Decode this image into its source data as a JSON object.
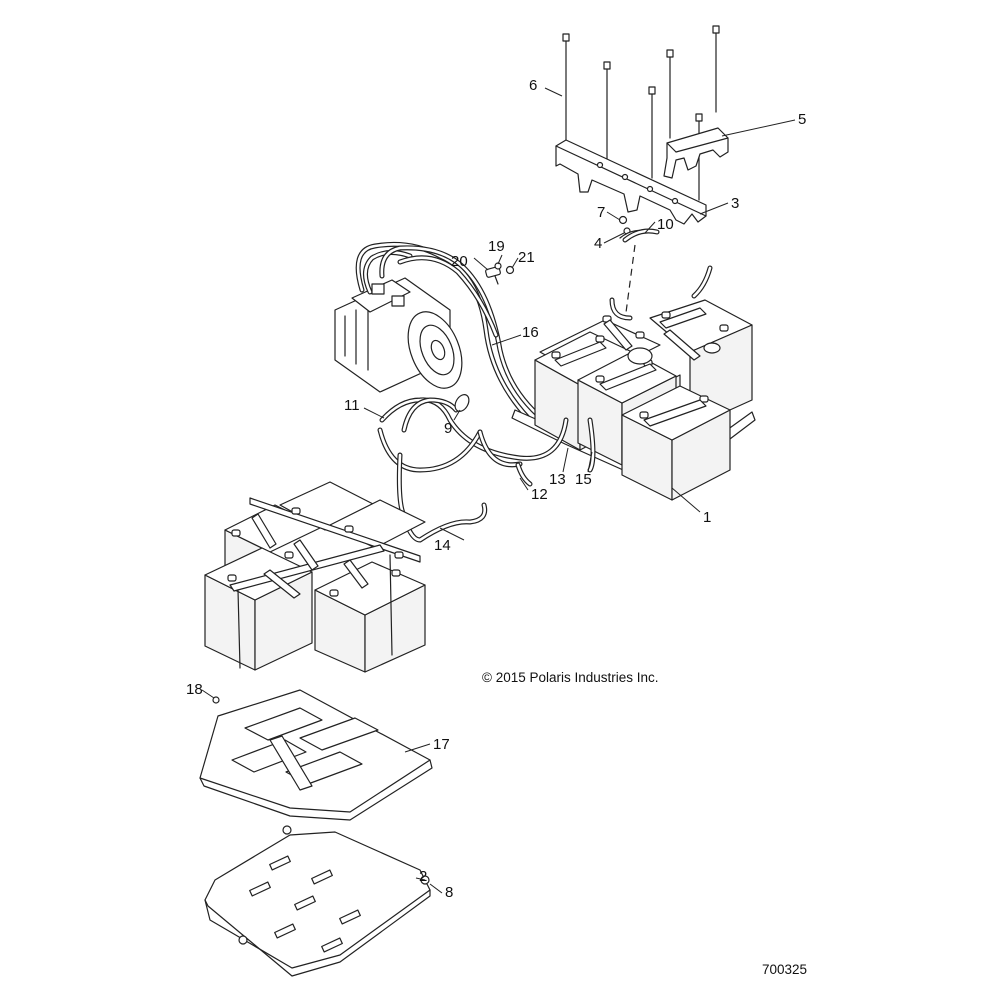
{
  "diagram": {
    "copyright": "© 2015 Polaris Industries Inc.",
    "figure_id": "700325",
    "callouts": [
      "1",
      "2",
      "3",
      "4",
      "5",
      "6",
      "7",
      "8",
      "9",
      "10",
      "11",
      "12",
      "13",
      "14",
      "15",
      "16",
      "17",
      "18",
      "19",
      "20",
      "21"
    ]
  }
}
